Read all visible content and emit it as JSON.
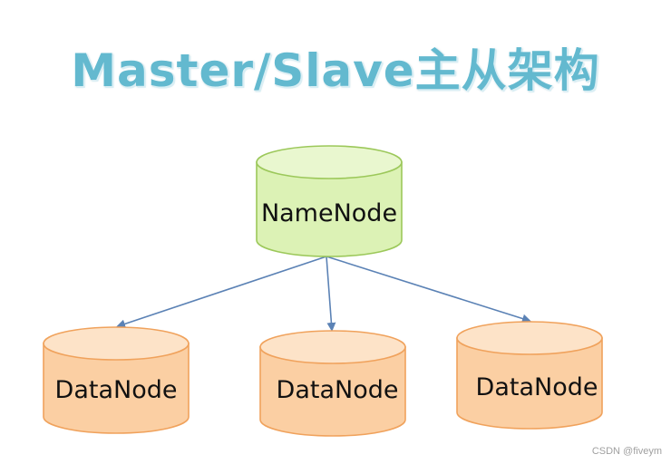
{
  "title": "Master/Slave主从架构",
  "colors": {
    "master_fill": "#dcf2b5",
    "master_top": "#e9f7cf",
    "master_stroke": "#9cc85a",
    "slave_fill": "#fbcfa3",
    "slave_top": "#fde3c8",
    "slave_stroke": "#f0a25c",
    "connector": "#5b82b5"
  },
  "master": {
    "label": "NameNode",
    "icon": "database-cylinder-icon"
  },
  "slaves": [
    {
      "label": "DataNode",
      "icon": "database-cylinder-icon"
    },
    {
      "label": "DataNode",
      "icon": "database-cylinder-icon"
    },
    {
      "label": "DataNode",
      "icon": "database-cylinder-icon"
    }
  ],
  "watermark": "CSDN @fiveym"
}
